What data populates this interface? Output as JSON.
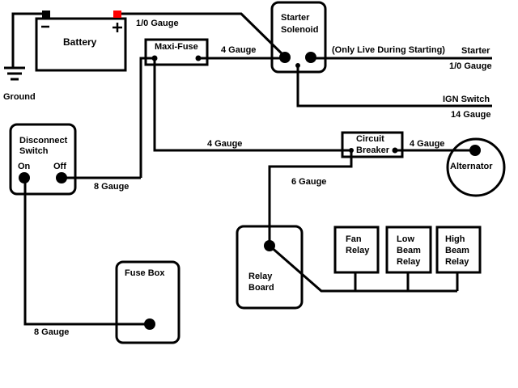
{
  "components": {
    "battery": {
      "label": "Battery",
      "neg": "−",
      "pos": "+"
    },
    "ground": {
      "label": "Ground"
    },
    "maxi_fuse": {
      "label": "Maxi-Fuse"
    },
    "starter_solenoid": {
      "line1": "Starter",
      "line2": "Solenoid"
    },
    "disconnect_switch": {
      "line1": "Disconnect",
      "line2": "Switch",
      "on": "On",
      "off": "Off"
    },
    "circuit_breaker": {
      "line1": "Circuit",
      "line2": "Breaker"
    },
    "alternator": {
      "label": "Alternator"
    },
    "relay_board": {
      "line1": "Relay",
      "line2": "Board"
    },
    "fuse_box": {
      "label": "Fuse Box"
    },
    "fan_relay": {
      "line1": "Fan",
      "line2": "Relay"
    },
    "low_beam_relay": {
      "line1": "Low",
      "line2": "Beam",
      "line3": "Relay"
    },
    "high_beam_relay": {
      "line1": "High",
      "line2": "Beam",
      "line3": "Relay"
    }
  },
  "wires": {
    "battery_to_solenoid": "1/0 Gauge",
    "fuse_to_solenoid": "4 Gauge",
    "solenoid_note": "(Only Live During Starting)",
    "starter_label": "Starter",
    "starter_gauge": "1/0 Gauge",
    "ign_label": "IGN Switch",
    "ign_gauge": "14 Gauge",
    "fuse_to_breaker": "4 Gauge",
    "breaker_to_alternator": "4 Gauge",
    "breaker_to_relay_board": "6 Gauge",
    "switch_to_fuse": "8 Gauge",
    "switch_to_fusebox": "8 Gauge"
  },
  "colors": {
    "positive_terminal": "#ff0000",
    "negative_terminal": "#000000",
    "wire": "#000000"
  }
}
